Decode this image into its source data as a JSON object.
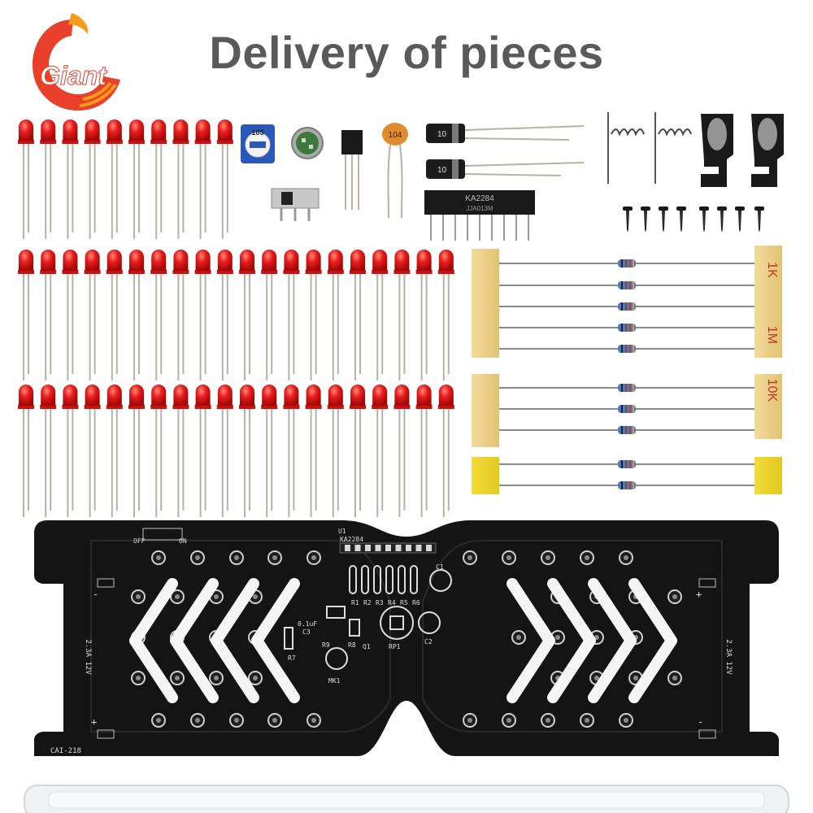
{
  "brand": {
    "name": "Giant",
    "accent": "#e8402a",
    "accent2": "#f59a1a"
  },
  "title": "Delivery of pieces",
  "components": {
    "capacitor_label": "104",
    "transistor_label": "103",
    "electrolytic_label": "10",
    "chip_label": "KA2284",
    "chip_sub": "JJA013M",
    "resistor_tapes": [
      "1K",
      "1M",
      "10K"
    ]
  },
  "pcb": {
    "u1": "U1",
    "chip": "KA2284",
    "off": "OFF",
    "on": "ON",
    "voltage": "2.3A 12V",
    "model": "CAI-218",
    "capacitor": "0.1uF",
    "c1": "C1",
    "c2": "C2",
    "c3": "C3",
    "rp1": "RP1",
    "mk1": "MK1",
    "q1": "Q1",
    "r7": "R7",
    "r8": "R8",
    "r9": "R9",
    "resistors": [
      "R1",
      "R2",
      "R3",
      "R4",
      "R5",
      "R6"
    ],
    "plus": "+",
    "minus": "-"
  },
  "colors": {
    "led": "#e01818",
    "pcb": "#141414",
    "lead": "#b8b2a4",
    "tape": "#e8cf8a"
  }
}
